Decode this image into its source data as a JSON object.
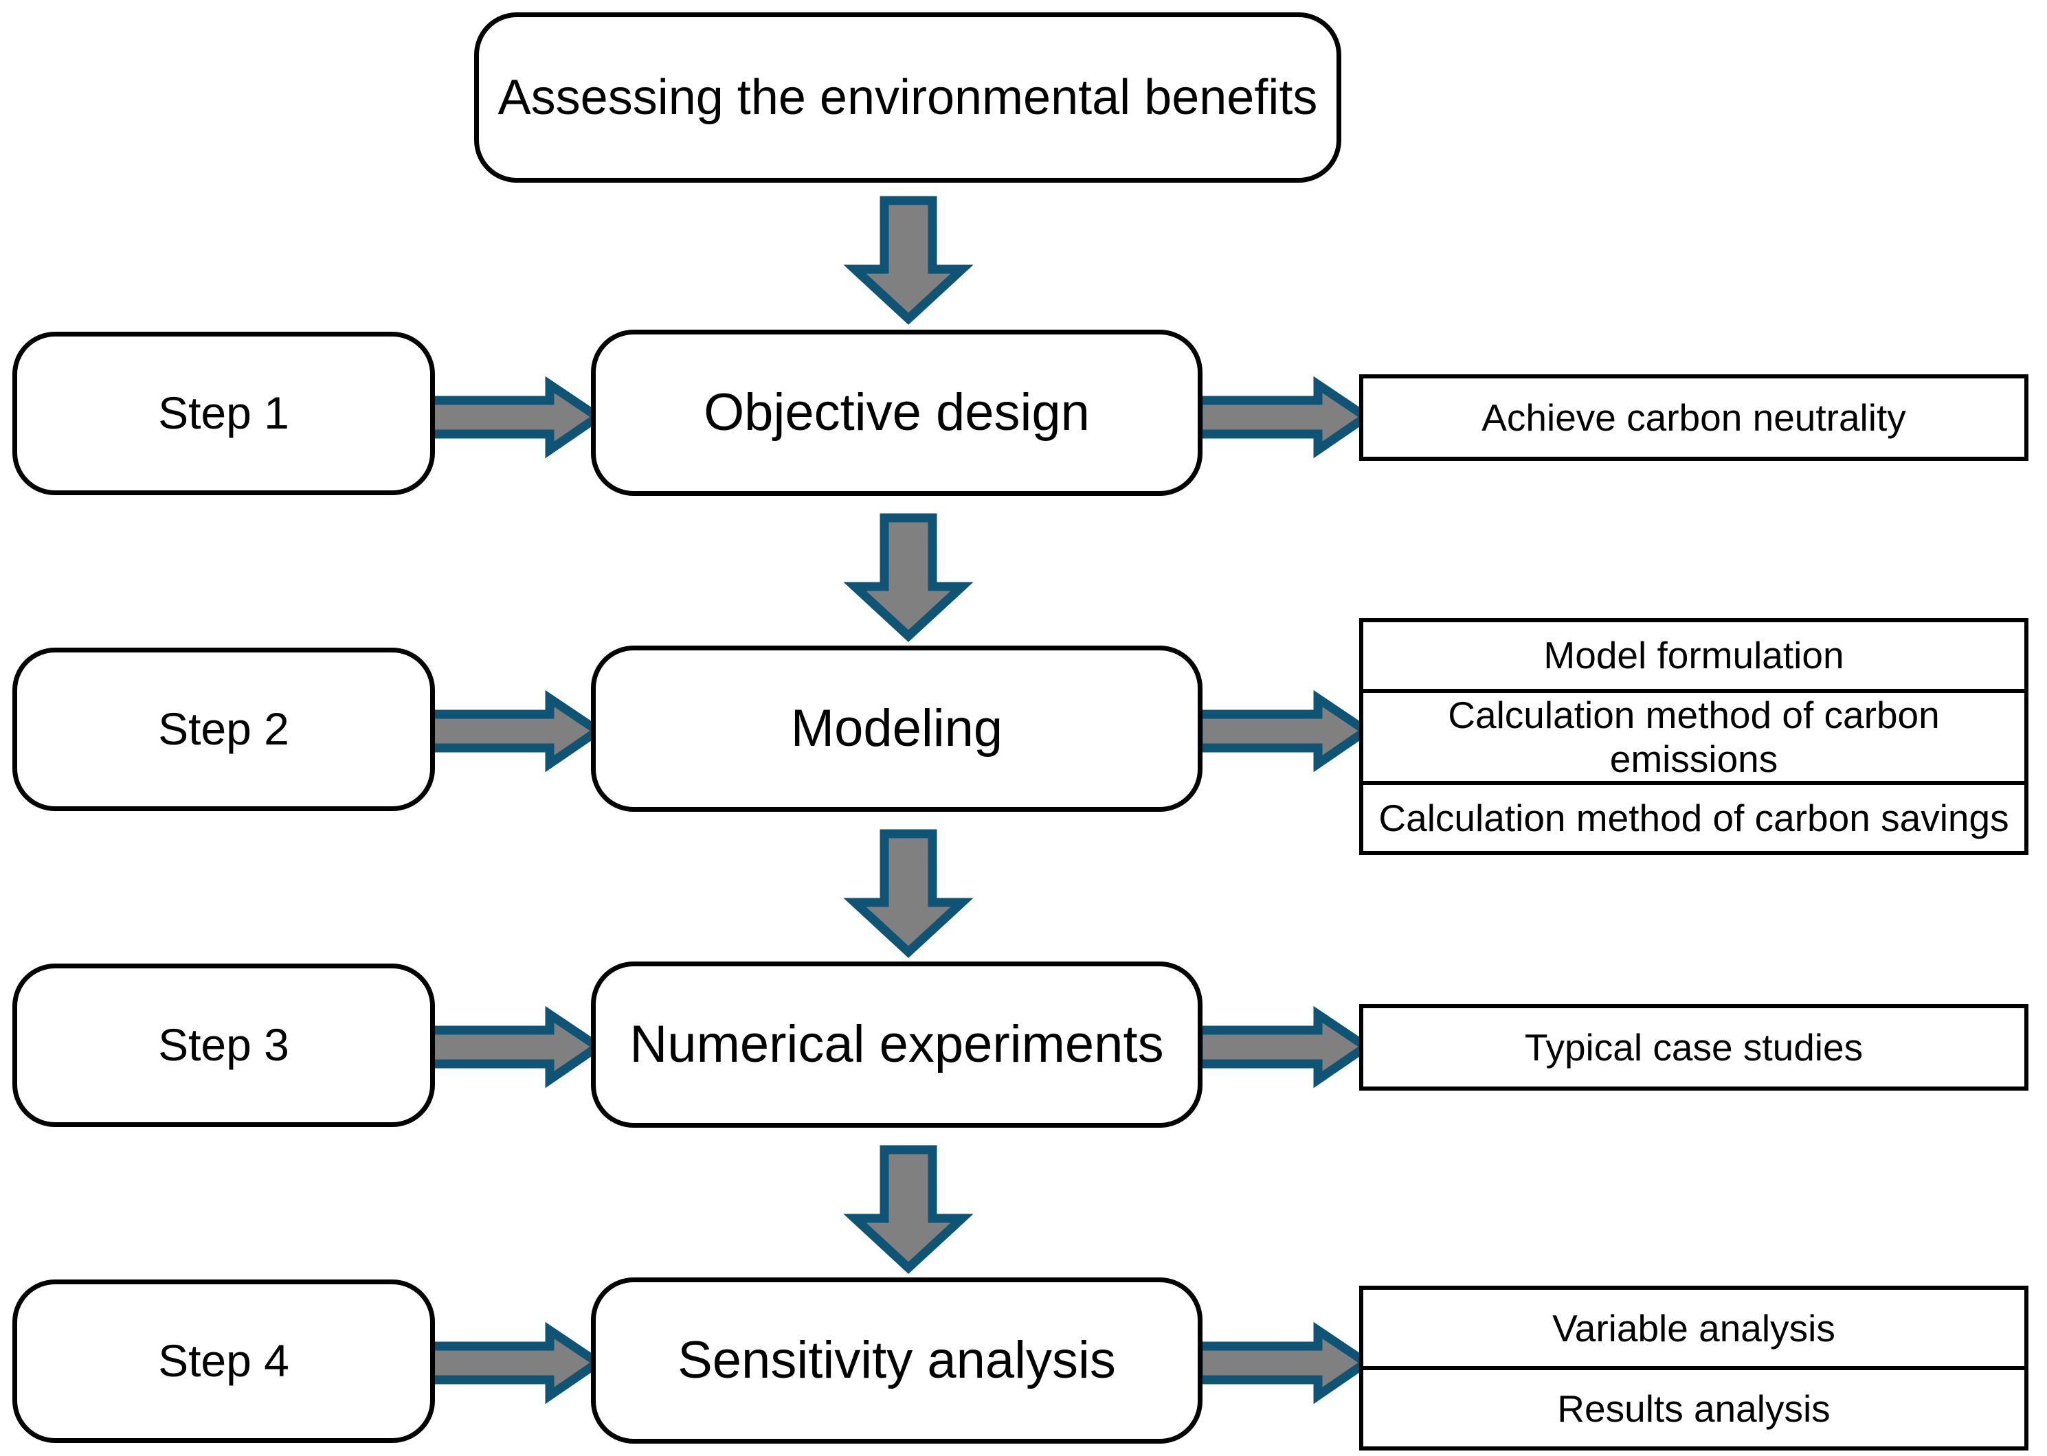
{
  "diagram": {
    "title_box": {
      "label": "Assessing the environmental benefits"
    },
    "colors": {
      "arrow_fill": "#808080",
      "arrow_stroke": "#0F5474",
      "box_border": "#000000",
      "box_fill": "#FFFFFF",
      "text": "#000000"
    },
    "rows": [
      {
        "step_label": "Step 1",
        "process_label": "Objective design",
        "outputs": [
          "Achieve carbon neutrality"
        ]
      },
      {
        "step_label": "Step 2",
        "process_label": "Modeling",
        "outputs": [
          "Model formulation",
          "Calculation method of carbon emissions",
          "Calculation method of carbon savings"
        ]
      },
      {
        "step_label": "Step 3",
        "process_label": "Numerical experiments",
        "outputs": [
          "Typical case studies"
        ]
      },
      {
        "step_label": "Step 4",
        "process_label": "Sensitivity analysis",
        "outputs": [
          "Variable analysis",
          "Results analysis"
        ]
      }
    ],
    "connectors": {
      "vertical_down_icon": "arrow-down-icon",
      "horizontal_right_icon": "arrow-right-icon",
      "count_vertical": 4,
      "count_horizontal": 8
    }
  }
}
